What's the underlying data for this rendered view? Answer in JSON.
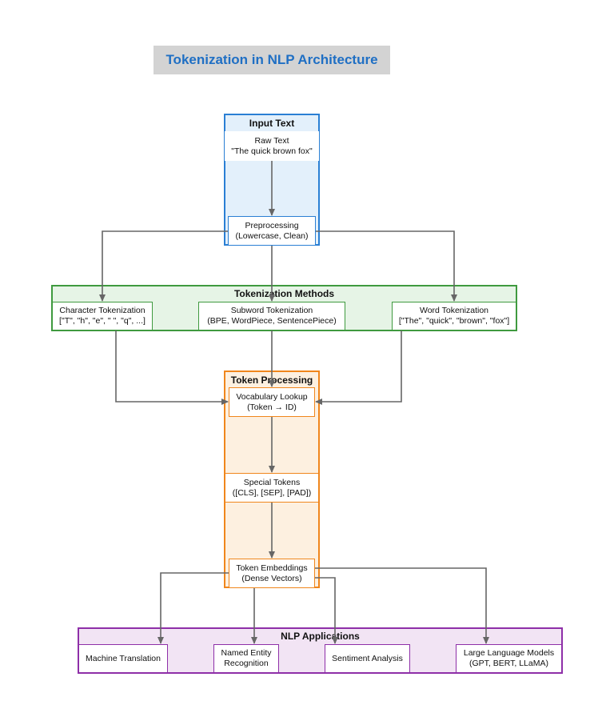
{
  "title": "Tokenization in NLP Architecture",
  "colors": {
    "title": "#1f6fc4",
    "input": "#2a7fd4",
    "methods": "#3f9a3f",
    "processing": "#f0861c",
    "applications": "#8e2fa8",
    "arrow": "#666666"
  },
  "groups": {
    "input": {
      "label": "Input Text",
      "raw_text": {
        "line1": "Raw Text",
        "line2": "\"The quick brown fox\""
      },
      "preprocessing": {
        "line1": "Preprocessing",
        "line2": "(Lowercase, Clean)"
      }
    },
    "methods": {
      "label": "Tokenization Methods",
      "character": {
        "line1": "Character Tokenization",
        "line2": "[\"T\", \"h\", \"e\", \" \", \"q\", ...]"
      },
      "subword": {
        "line1": "Subword Tokenization",
        "line2": "(BPE, WordPiece, SentencePiece)"
      },
      "word": {
        "line1": "Word Tokenization",
        "line2": "[\"The\", \"quick\", \"brown\", \"fox\"]"
      }
    },
    "processing": {
      "label": "Token Processing",
      "vocab": {
        "line1": "Vocabulary Lookup",
        "line2": "(Token → ID)"
      },
      "special": {
        "line1": "Special Tokens",
        "line2": "([CLS], [SEP], [PAD])"
      },
      "embeddings": {
        "line1": "Token Embeddings",
        "line2": "(Dense Vectors)"
      }
    },
    "applications": {
      "label": "NLP Applications",
      "mt": {
        "line1": "Machine Translation"
      },
      "ner": {
        "line1": "Named Entity",
        "line2": "Recognition"
      },
      "sentiment": {
        "line1": "Sentiment Analysis"
      },
      "llm": {
        "line1": "Large Language Models",
        "line2": "(GPT, BERT, LLaMA)"
      }
    }
  }
}
